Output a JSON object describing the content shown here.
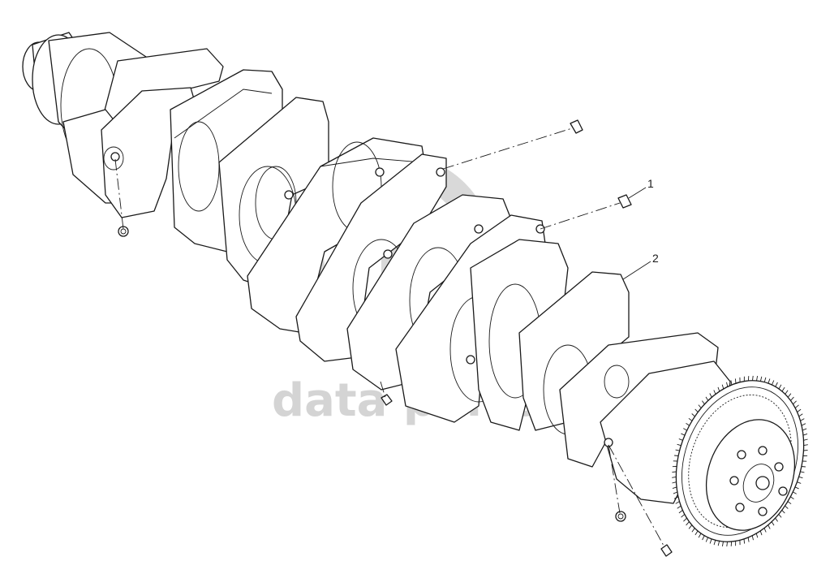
{
  "callouts": [
    {
      "id": "1",
      "label": "1"
    },
    {
      "id": "2",
      "label": "2"
    }
  ],
  "watermark": {
    "text": "data parts"
  },
  "colors": {
    "line": "#1a1a1a",
    "watermark": "#d4d4d4",
    "background": "#ffffff"
  }
}
